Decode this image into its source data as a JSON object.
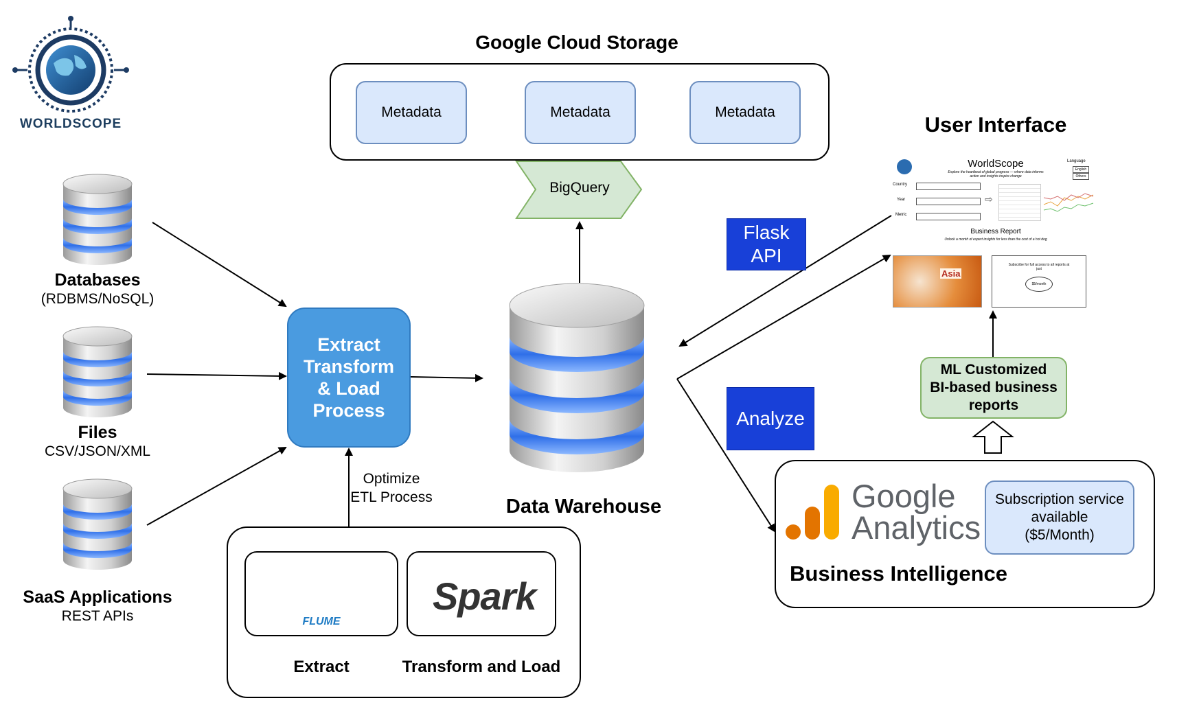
{
  "logo": {
    "text": "WORLDSCOPE",
    "icon": "globe-circuit-icon"
  },
  "sources": [
    {
      "title": "Databases",
      "subtitle": "(RDBMS/NoSQL)"
    },
    {
      "title": "Files",
      "subtitle": "CSV/JSON/XML"
    },
    {
      "title": "SaaS Applications",
      "subtitle": "REST APIs"
    }
  ],
  "etl": {
    "label": "Extract Transform & Load Process"
  },
  "optimize": {
    "label": "Optimize ETL Process"
  },
  "tools": {
    "extract_label": "Extract",
    "transform_label": "Transform and Load",
    "flume_text": "FLUME",
    "spark_text": "Spark"
  },
  "gcs": {
    "title": "Google Cloud Storage",
    "items": [
      "Metadata",
      "Metadata",
      "Metadata"
    ]
  },
  "bigquery": {
    "label": "BigQuery"
  },
  "warehouse": {
    "label": "Data Warehouse"
  },
  "flask": {
    "label": "Flask API"
  },
  "analyze": {
    "label": "Analyze"
  },
  "ui": {
    "title": "User Interface",
    "app_title": "WorldScope",
    "tagline": "Explore the heartbeat of global progress — where data informs action and insights inspire change",
    "fields": [
      "Country",
      "Year",
      "Metric"
    ],
    "language_label": "Language",
    "languages": [
      "English",
      "Others"
    ],
    "report_title": "Business Report",
    "report_tagline": "Unlock a month of expert insights for less than the cost of a hot dog",
    "asia_label": "Asia",
    "subscribe_text": "Subscribe for full access to all reports at just",
    "price_text": "$5/month"
  },
  "ml": {
    "label": "ML Customized BI-based business reports"
  },
  "bi": {
    "title": "Business Intelligence",
    "ga_line1": "Google",
    "ga_line2": "Analytics",
    "subscription": "Subscription service available ($5/Month)"
  },
  "colors": {
    "etl_fill": "#4a9be0",
    "metadata_fill": "#dae8fc",
    "bigquery_fill": "#d5e8d4",
    "blue_label": "#1840d8",
    "cylinder_band": "#3a7bf0",
    "ga_orange": "#f9ab00",
    "ga_dark_orange": "#e37400"
  }
}
